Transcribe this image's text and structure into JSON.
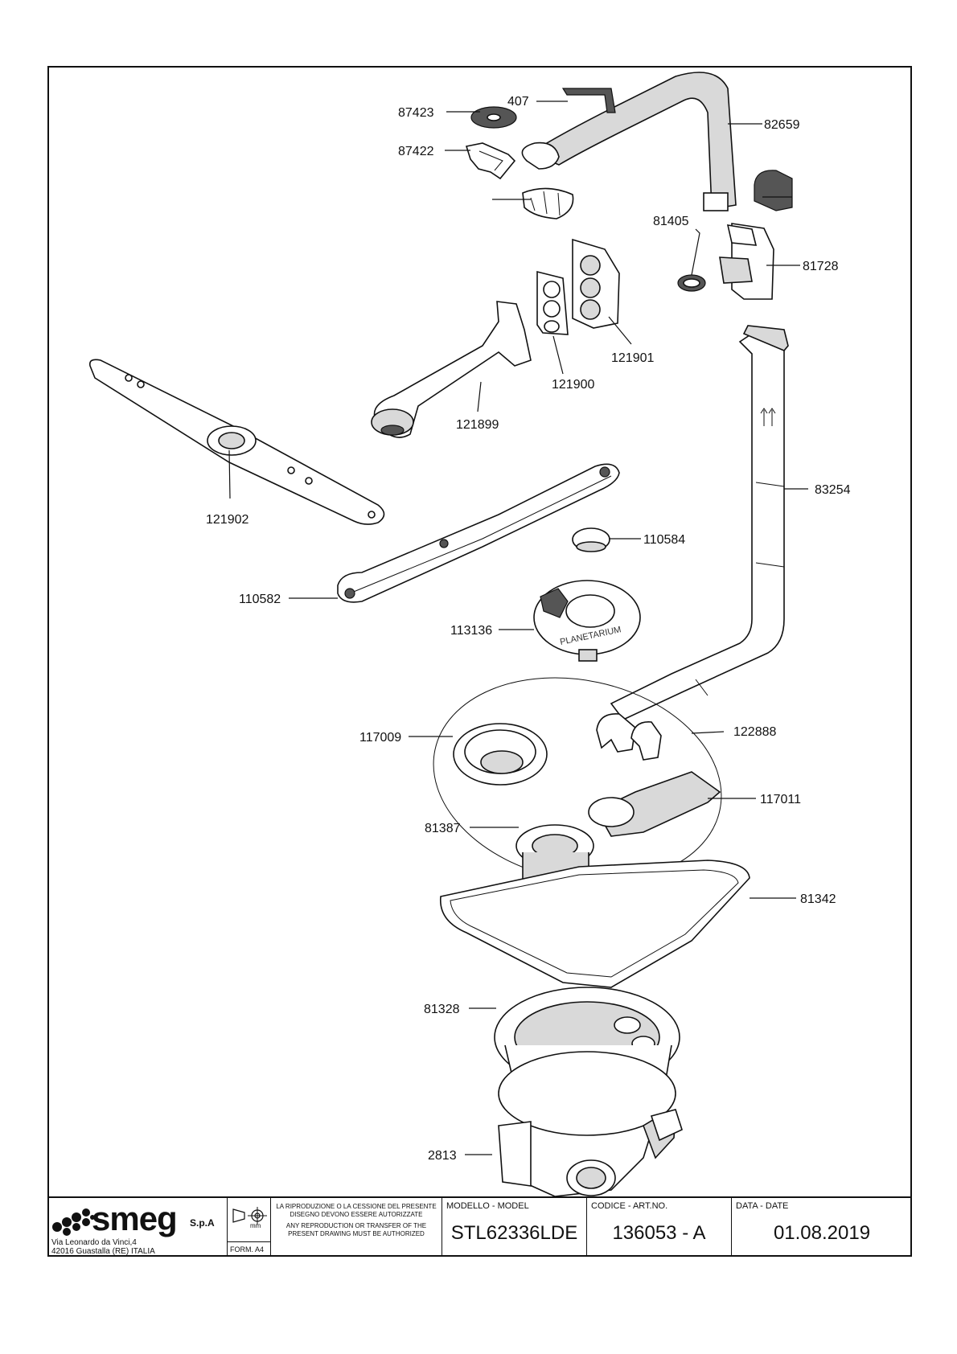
{
  "brand": {
    "logo_text": "smeg",
    "logo_suffix": "S.p.A",
    "address_line1": "Via Leonardo da Vinci,4",
    "address_line2": "42016  Guastalla (RE) ITALIA"
  },
  "title_block": {
    "format_label": "FORM. A4",
    "unit_label": "mm",
    "legal_it": "LA RIPRODUZIONE O LA CESSIONE DEL PRESENTE DISEGNO DEVONO ESSERE AUTORIZZATE",
    "legal_en": "ANY REPRODUCTION OR TRANSFER OF THE PRESENT DRAWING MUST BE AUTHORIZED",
    "model_caption": "MODELLO - MODEL",
    "model_value": "STL62336LDE",
    "code_caption": "CODICE - ART.NO.",
    "code_value": "136053 - A",
    "date_caption": "DATA - DATE",
    "date_value": "01.08.2019"
  },
  "callouts": {
    "c407": "407",
    "c87423": "87423",
    "c87422": "87422",
    "c82659": "82659",
    "c81405": "81405",
    "c81728": "81728",
    "c121901": "121901",
    "c121900": "121900",
    "c121899": "121899",
    "c121902": "121902",
    "c83254": "83254",
    "c110584": "110584",
    "c110582": "110582",
    "c113136": "113136",
    "c117009": "117009",
    "c122888": "122888",
    "c117011": "117011",
    "c81387": "81387",
    "c81342": "81342",
    "c81328": "81328",
    "c2813": "2813"
  },
  "embossed_text": "PLANETARIUM"
}
